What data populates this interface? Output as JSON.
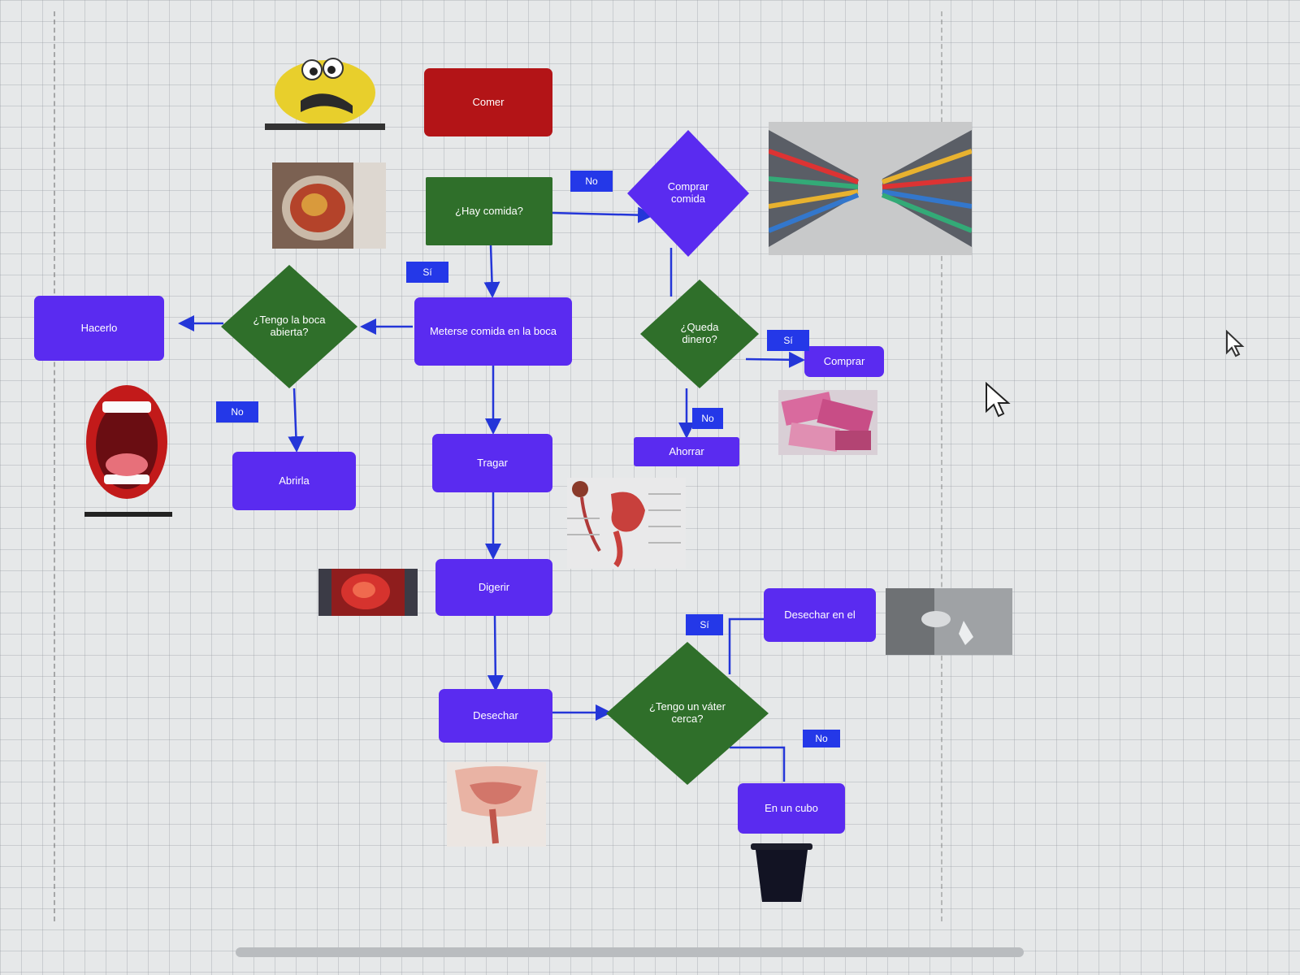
{
  "nodes": {
    "comer": "Comer",
    "hay_comida": "¿Hay comida?",
    "comprar_comida": "Comprar comida",
    "queda_dinero": "¿Queda dinero?",
    "comprar": "Comprar",
    "ahorrar": "Ahorrar",
    "meterse_comida": "Meterse comida en la boca",
    "tengo_boca_abierta": "¿Tengo la boca abierta?",
    "hacerlo": "Hacerlo",
    "abrirla": "Abrirla",
    "tragar": "Tragar",
    "digerir": "Digerir",
    "desechar": "Desechar",
    "tengo_vater": "¿Tengo un váter cerca?",
    "desechar_en_el": "Desechar en el",
    "en_un_cubo": "En un cubo"
  },
  "labels": {
    "no_1": "No",
    "si_1": "Sí",
    "si_2": "Sí",
    "no_2": "No",
    "no_3": "No",
    "si_3": "Sí",
    "no_4": "No"
  },
  "colors": {
    "process": "#5a2bf0",
    "decision": "#2f6f2a",
    "start": "#b31417",
    "tag": "#2438e8",
    "decision_purple": "#5a2bf0"
  },
  "icons": [
    "emoji-face-image",
    "food-plate-image",
    "supermarket-aisle-image",
    "open-mouth-image",
    "banknotes-image",
    "digestive-system-image",
    "stomach-image",
    "intestines-image",
    "toilet-image",
    "trash-bin-icon",
    "mouse-cursor-icon"
  ]
}
